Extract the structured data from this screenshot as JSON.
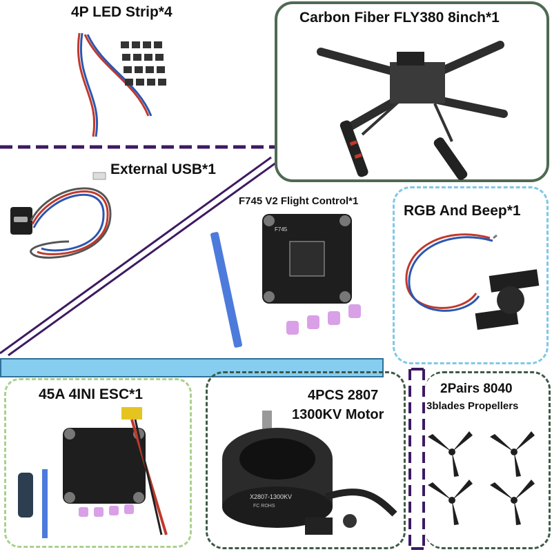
{
  "labels": {
    "led_strip": "4P LED Strip*4",
    "frame": "Carbon Fiber FLY380 8inch*1",
    "usb": "External USB*1",
    "flight_control": "F745 V2 Flight Control*1",
    "rgb_beep": "RGB And Beep*1",
    "esc": "45A 4INI ESC*1",
    "motor_line1": "4PCS 2807",
    "motor_line2": "1300KV Motor",
    "props_line1": "2Pairs 8040",
    "props_line2": "3blades Propellers",
    "fc_silk": "F745",
    "motor_silk": "X2807-1300KV",
    "motor_silk2": "FC ROHS"
  },
  "colors": {
    "frame_border": "#4f6a52",
    "dashed_purple": "#3d1a63",
    "rgb_border": "#7ec8e8",
    "esc_border": "#a9d18e",
    "motor_border": "#3e5a46",
    "banner_blue": "#86cdf0",
    "carbon": "#2d2d2d",
    "vent_pink": "#d9a0e8"
  },
  "icons": [
    "led-strip-icon",
    "quad-frame-icon",
    "usb-board-icon",
    "flight-controller-icon",
    "buzzer-icon",
    "esc-board-icon",
    "motor-icon",
    "propeller-icon"
  ]
}
